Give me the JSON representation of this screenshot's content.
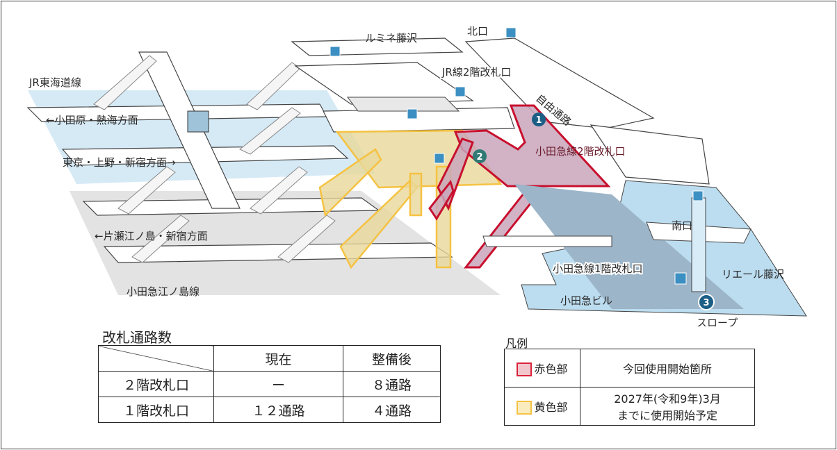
{
  "diagram": {
    "labels": {
      "lumine": "ルミネ藤沢",
      "north_exit": "北口",
      "jr_gate_2f": "JR線2階改札口",
      "jr_tokaido": "JR東海道線",
      "to_odawara": "←小田原・熱海方面",
      "to_tokyo": "東京・上野・新宿方面→",
      "to_katase": "←片瀬江ノ島・新宿方面",
      "odakyu_enoshima": "小田急江ノ島線",
      "free_passage": "自由通路",
      "odakyu_gate_2f": "小田急線2階改札口",
      "south_exit": "南口",
      "odakyu_gate_1f": "小田急線1階改札口",
      "rieru": "リエール藤沢",
      "odakyu_bldg": "小田急ビル",
      "slope": "スロープ"
    },
    "markers": [
      "1",
      "2",
      "3"
    ],
    "icons": [
      "elevator-icon",
      "wheelchair-icon"
    ],
    "colors": {
      "red": "#c8102e",
      "yellow": "#f5c242",
      "blue_area": "#c9e3f3",
      "marker": "#1b5e86"
    }
  },
  "count_table": {
    "title": "改札通路数",
    "headers": [
      "",
      "現在",
      "整備後"
    ],
    "rows": [
      [
        "２階改札口",
        "ー",
        "８通路"
      ],
      [
        "１階改札口",
        "１２通路",
        "４通路"
      ]
    ]
  },
  "legend": {
    "title": "凡例",
    "items": [
      {
        "swatch": "赤色部",
        "desc": "今回使用開始箇所",
        "color": "#d9223a"
      },
      {
        "swatch": "黄色部",
        "desc": "2027年(令和9年)3月までに使用開始予定",
        "desc_line1": "2027年(令和9年)3月",
        "desc_line2": "までに使用開始予定",
        "color": "#f5c242"
      }
    ]
  }
}
